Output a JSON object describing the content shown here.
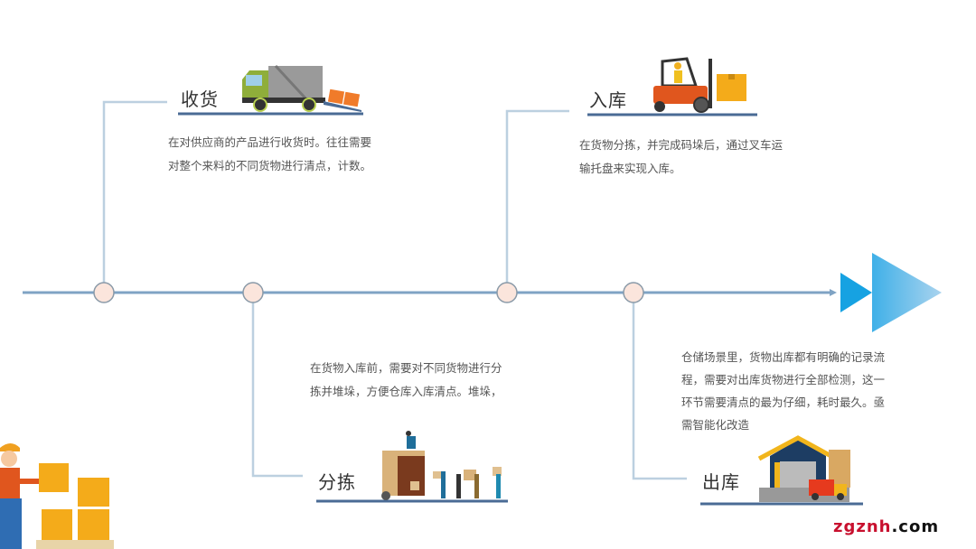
{
  "steps": [
    {
      "title": "收货",
      "lines": [
        "在对供应商的产品进行收货时。往往需要",
        "对整个来料的不同货物进行清点，计数。"
      ]
    },
    {
      "title": "入库",
      "lines": [
        "在货物分拣，并完成码垛后，通过叉车运",
        "输托盘来实现入库。"
      ]
    },
    {
      "title": "分拣",
      "lines": [
        "在货物入库前，需要对不同货物进行分",
        "拣并堆垛，方便仓库入库清点。堆垛，"
      ]
    },
    {
      "title": "出库",
      "lines": [
        "仓储场景里，货物出库都有明确的记录流",
        "程，需要对出库货物进行全部检测，这一",
        "环节需要清点的最为仔细，耗时最久。亟",
        "需智能化改造"
      ]
    }
  ],
  "watermark": {
    "part1": "zgznh",
    "part2": ".com"
  },
  "colors": {
    "timeline": "#7fa3c4",
    "connector": "#bcd0e0",
    "underline": "#4a6b95",
    "node": "#fbe5dc",
    "arrow": "#1aa3e0"
  }
}
